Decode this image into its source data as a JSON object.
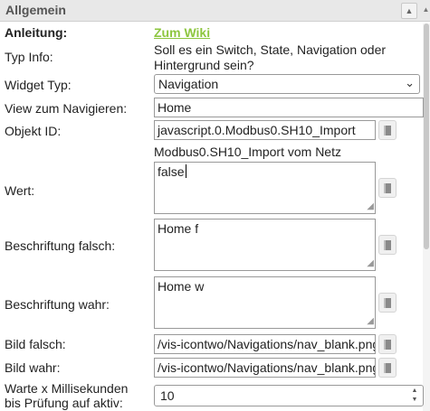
{
  "panel": {
    "title": "Allgemein",
    "collapse_icon": "triangle-up-icon"
  },
  "fields": {
    "anleitung": {
      "label": "Anleitung:",
      "link": "Zum Wiki"
    },
    "typ_info": {
      "label": "Typ Info:",
      "text": "Soll es ein Switch, State, Navigation oder Hintergrund sein?"
    },
    "widget_typ": {
      "label": "Widget Typ:",
      "value": "Navigation"
    },
    "view": {
      "label": "View zum Navigieren:",
      "value": "Home"
    },
    "objekt_id": {
      "label": "Objekt ID:",
      "value": "javascript.0.Modbus0.SH10_Import",
      "hint": "Modbus0.SH10_Import vom Netz"
    },
    "wert": {
      "label": "Wert:",
      "value": "false"
    },
    "beschriftung_falsch": {
      "label": "Beschriftung falsch:",
      "value": "Home f"
    },
    "beschriftung_wahr": {
      "label": "Beschriftung wahr:",
      "value": "Home w"
    },
    "bild_falsch": {
      "label": "Bild falsch:",
      "value": "/vis-icontwo/Navigations/nav_blank.png"
    },
    "bild_wahr": {
      "label": "Bild wahr:",
      "value": "/vis-icontwo/Navigations/nav_blank.png"
    },
    "warte": {
      "label_line1": "Warte x Millisekunden",
      "label_line2": "bis Prüfung auf aktiv:",
      "value": "10"
    }
  },
  "icons": {
    "select_button": "select-object-icon",
    "dropdown": "chevron-down-icon",
    "resize": "resize-grip-icon"
  }
}
